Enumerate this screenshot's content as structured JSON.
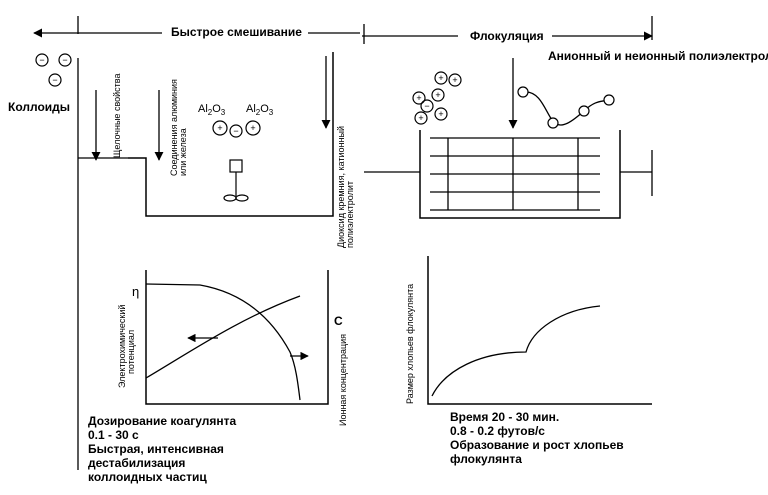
{
  "header": {
    "rapid_mix": "Быстрое смешивание",
    "flocculation": "Флокуляция"
  },
  "labels": {
    "colloids": "Коллоиды",
    "alkaline_additives": "Щелочные свойства",
    "aluminium_compounds_1": "Соединения алюминия",
    "aluminium_compounds_2": "или железа",
    "silica_1": "Диоксид кремния, катионный",
    "silica_2": "полиэлектролит",
    "anionic_poly": "Анионный и неионный полиэлектролит",
    "al2o3": "Al",
    "al2o3_sub": "2",
    "al2o3_o": "O",
    "al2o3_sub2": "3"
  },
  "chart_left": {
    "ylabel_1": "Электрохимический",
    "ylabel_2": "потенциал",
    "y_symbol": "η",
    "right_label": "Ионная концентрация",
    "right_symbol": "C"
  },
  "chart_right": {
    "ylabel": "Размер хлопьев флокулянта"
  },
  "captions": {
    "left": [
      "Дозирование коагулянта",
      "0.1 - 30 с",
      "Быстрая, интенсивная",
      "дестабилизация",
      "коллоидных частиц"
    ],
    "right": [
      "Время 20 - 30 мин.",
      "0.8 - 0.2 футов/с",
      "Образование и рост хлопьев",
      "флокулянта"
    ]
  },
  "particles": {
    "negative": "−",
    "positive": "+"
  }
}
